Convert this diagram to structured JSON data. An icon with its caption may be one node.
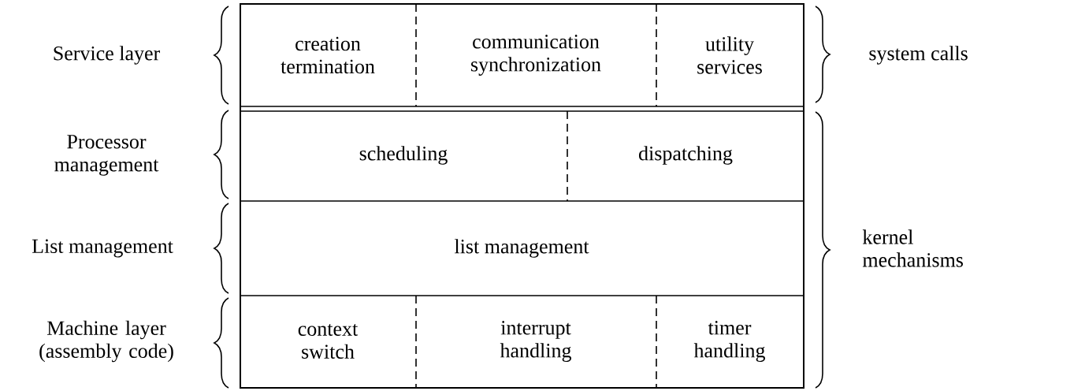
{
  "diagram": {
    "nodes": [
      {
        "text": [
          "creation termination"
        ]
      },
      {
        "text": [
          "communication synchronization"
        ]
      },
      {
        "text": [
          "utility services"
        ]
      },
      {
        "text": [
          "scheduling"
        ]
      },
      {
        "text": [
          "dispatching"
        ]
      },
      {
        "text": [
          "list management"
        ]
      },
      {
        "text": [
          "context switch"
        ]
      },
      {
        "text": [
          "interrupt handling"
        ]
      },
      {
        "text": [
          "timer handling"
        ]
      }
    ],
    "labels": [
      "Service layer",
      "system calls",
      "Processor management",
      "List management",
      "kernel mechanisms",
      "Machine layer (assembly code)"
    ]
  }
}
